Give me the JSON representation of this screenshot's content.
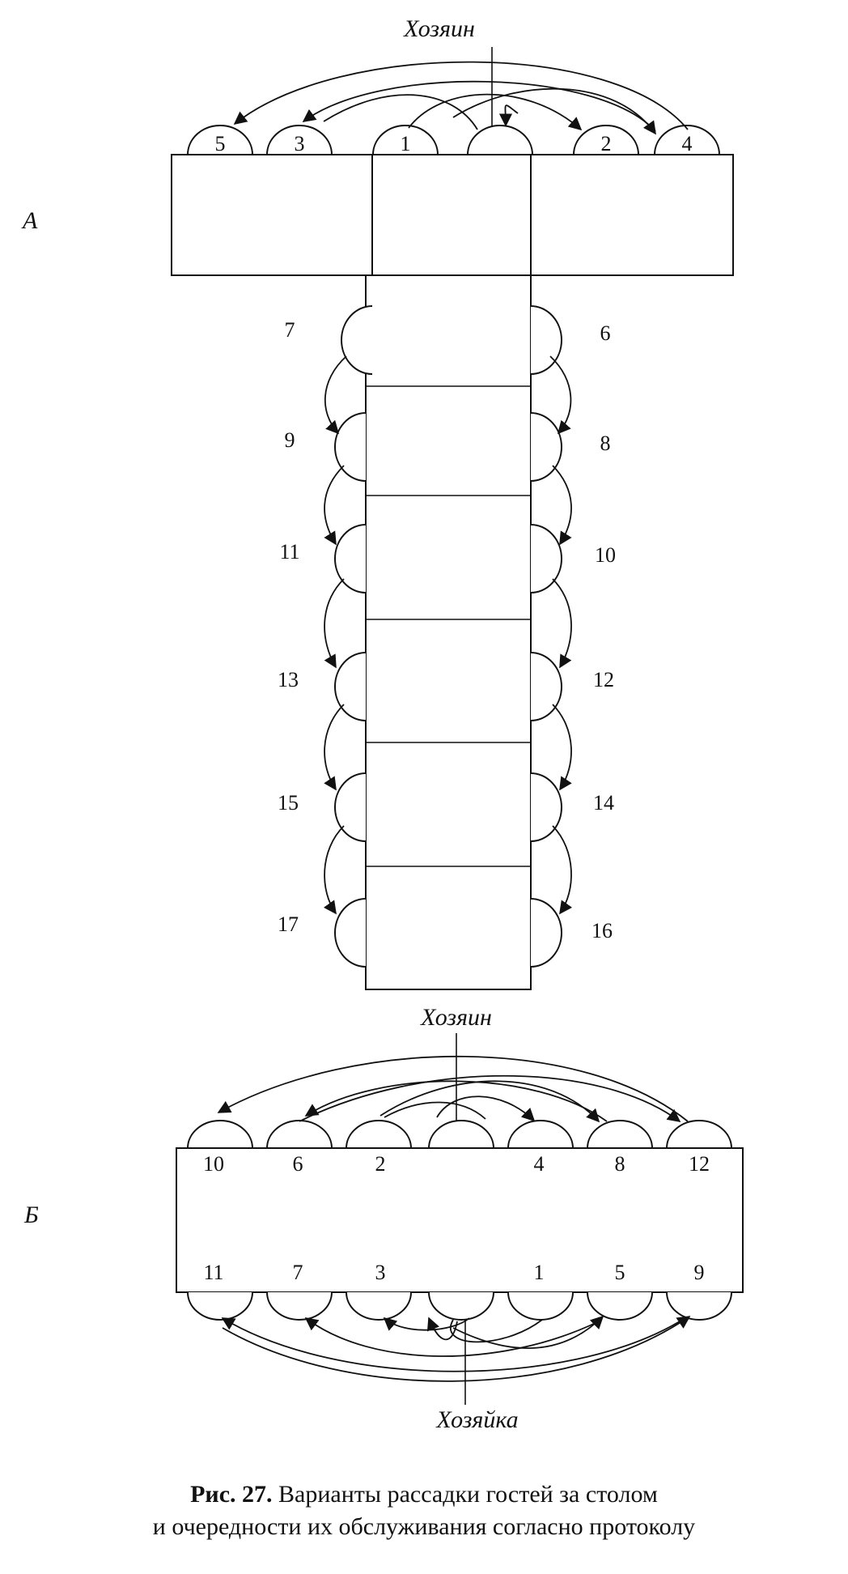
{
  "diagram_a": {
    "label": "А",
    "host_label": "Хозяин",
    "head_seats": [
      "5",
      "3",
      "1",
      "2",
      "4"
    ],
    "left_seats": [
      "7",
      "9",
      "11",
      "13",
      "15",
      "17"
    ],
    "right_seats": [
      "6",
      "8",
      "10",
      "12",
      "14",
      "16"
    ]
  },
  "diagram_b": {
    "label": "Б",
    "host_label": "Хозяин",
    "hostess_label": "Хозяйка",
    "top_seats": [
      "10",
      "6",
      "2",
      "4",
      "8",
      "12"
    ],
    "bottom_seats": [
      "11",
      "7",
      "3",
      "1",
      "5",
      "9"
    ]
  },
  "caption": {
    "figure": "Рис. 27.",
    "line1": "Варианты рассадки гостей за столом",
    "line2": "и очередности их обслуживания согласно протоколу"
  }
}
